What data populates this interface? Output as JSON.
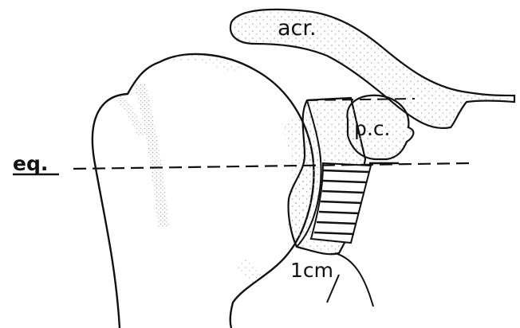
{
  "labels": {
    "acromion": "acr.",
    "coracoid": "p.c.",
    "equator": "eq.",
    "distance": "1cm"
  },
  "colors": {
    "ink": "#111111",
    "bone_fill": "#f7f7f5",
    "stipple": "#9a9a9a",
    "background": "#ffffff"
  }
}
